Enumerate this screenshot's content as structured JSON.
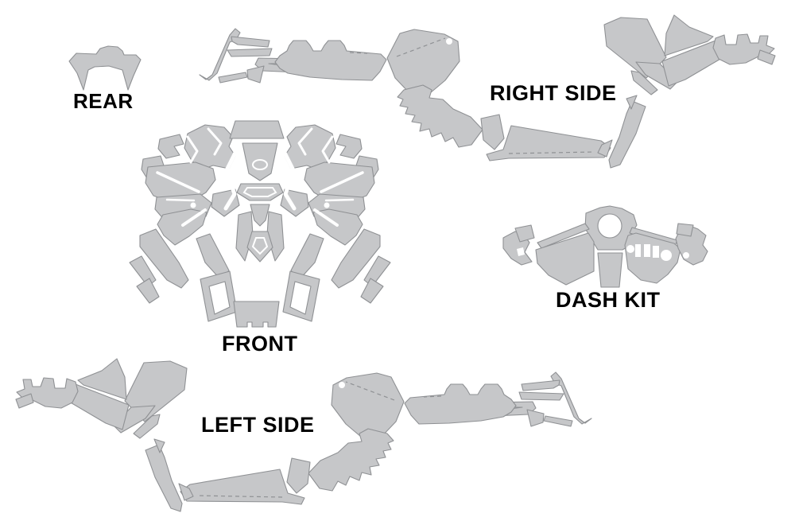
{
  "palette": {
    "background": "#ffffff",
    "shape_fill": "#c6c7c9",
    "shape_stroke": "#8f9194",
    "label_color": "#000000"
  },
  "labels": {
    "rear": "REAR",
    "right_side": "RIGHT SIDE",
    "front": "FRONT",
    "dash_kit": "DASH KIT",
    "left_side": "LEFT SIDE"
  }
}
